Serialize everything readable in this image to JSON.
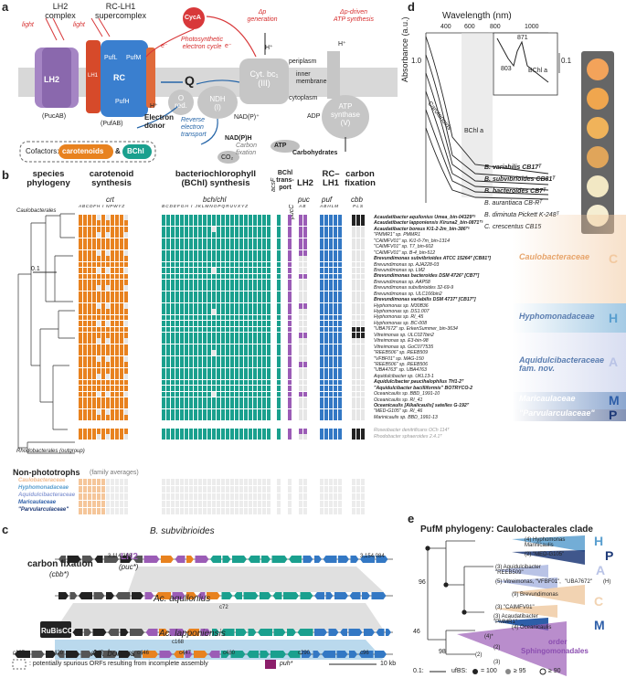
{
  "panel_labels": {
    "a": "a",
    "b": "b",
    "c": "c",
    "d": "d",
    "e": "e"
  },
  "panel_a": {
    "lh2_complex": "LH2\ncomplex",
    "rc_lh1": "RC-LH1\nsupercomplex",
    "light1": "light",
    "light2": "light",
    "cyca": "CycA",
    "photosynthetic_cycle": "Photosynthetic\nelectron cycle",
    "dp_generation": "Δp\ngeneration",
    "atp_synthesis": "Δp-driven\nATP synthesis",
    "periplasm": "periplasm",
    "inner_membrane": "inner\nmembrane",
    "cytoplasm": "cytoplasm",
    "lh2": "LH2",
    "lh1": "LH1",
    "pufl": "PufL",
    "pufm": "PufM",
    "rc": "RC",
    "pufh": "PufH",
    "pucab": "(PucAB)",
    "pufab": "(PufAB)",
    "q": "Q",
    "cyt_bc1": "Cyt. bc₁\n(III)",
    "ndh": "NDH\n(I)",
    "atp_synthase": "ATP\nsynthase\n(V)",
    "electron_donor": "Electron\ndonor",
    "o_red": "O\nred.",
    "reverse_transport": "Reverse\nelectron\ntransport",
    "nadp": "NAD(P)⁺",
    "nadph": "NAD(P)H",
    "adp": "ADP",
    "atp": "ATP",
    "carbon_fixation": "Carbon\nfixation",
    "carbohydrates": "Carbohydrates",
    "co2": "CO₂",
    "cofactors": "Cofactors:",
    "carotenoids": "carotenoids",
    "amp": "&",
    "bchl": "BChl",
    "eminus": "e⁻",
    "hplus": "H⁺"
  },
  "panel_b": {
    "species_phylogeny": "species\nphylogeny",
    "carotenoid_synthesis": "carotenoid\nsynthesis",
    "bchl_synthesis": "bacteriochlorophyll\n(BChl) synthesis",
    "bchl_transport": "BChl\ntrans-\nport",
    "lh2": "LH2",
    "rc_lh1": "RC–\nLH1",
    "carbon_fixation": "carbon\nfixation",
    "crt": "crt",
    "bchchl": "bch/chl",
    "puc": "puc",
    "puf": "puf",
    "cbb": "cbb",
    "acsf": "acsF",
    "pucc": "pucC",
    "crt_genes": "ABCDFH I NPWYZ",
    "bch_genes": "BCDEFGH I JKLMNOPQRUVXYZ",
    "puc_genes": "AB",
    "puf_genes": "ABHLM",
    "cbb_genes": "PLS",
    "caulobacterales": "Caulobacterales",
    "scale": "0.1",
    "rhodobacterales": "Rhodobacterales (outgroup)",
    "species": [
      "Acaudatibacter aquilonius Umea_bin-04329ᵀˢ",
      "Acaudatibacter lapponiensis Kiruna2_bin-0871ᵀˢ",
      "Acaudatibacter boreus Ki1-2-2m_bin-386ᵀˢ",
      "\"PMMR1\" sp. PMMR1",
      "\"CAIMFV01\" sp. Ki1-0-7m_bin-1314",
      "\"CAIMFV01\" sp. T7_bin-602",
      "\"CAIMFV01\" sp. B-4_bin-512",
      "Brevundimonas subvibrioides ATCC 15264ᵀ [CB81ᵀ]",
      "Brevundimonas sp. AJA228-03",
      "Brevundimonas sp. LM2",
      "Brevundimonas bacteroides DSM 4726ᵀ [CB7ᵀ]",
      "Brevundimonas sp. AAP58",
      "Brevundimonas subvibrioides 32-69-9",
      "Brevundimonas sp. ULC166bin2",
      "Brevundimonas variabilis DSM 4737ᵀ [CB17ᵀ]",
      "Hyphomonas sp. M30B36",
      "Hyphomonas sp. DS1.007",
      "Hyphomonas sp. RI_45",
      "Hyphomonas sp. BC-008",
      "\"UBA7672\" sp. ErkenSummer_bin-3634",
      "Vitreimonas sp. ULC027bin2",
      "Vitreimonas sp. E3-bin-98",
      "Vitreimonas sp. GoC077535",
      "\"REEB506\" sp. REEB509",
      "\"VFBF01\" sp. MAG-150",
      "\"REEB506\" sp. REEB506",
      "\"UBA4763\" sp. UBA4763",
      "Aquidulcibacter sp. UKL13-1",
      "Aquidulcibacter paucihalophilus TH1-2ᵀ",
      "\"Aquidulcibacter bacilliformis\" BOTRYCO-2",
      "Oceanicaulis sp. BBD_1991-10",
      "Oceanicaulis sp. RI_41",
      "Oceanicaulis [Alkalicaulis] satelles G-192ᵀ",
      "\"MED-G105\" sp. RI_46",
      "Marinicaulis sp. BBD_1991-13",
      "Roseobacter denitrificans OCh 114ᵀ",
      "Rhodobacter sphaeroides 2.4.1ᵀ"
    ],
    "families": [
      {
        "name": "Caulobacteraceae",
        "letter": "C",
        "color": "#f2c9a0"
      },
      {
        "name": "Hyphomonadaceae",
        "letter": "H",
        "color": "#5a9fcf"
      },
      {
        "name": "Aquidulcibacteraceae\nfam. nov.",
        "letter": "A",
        "color": "#b9c3e6"
      },
      {
        "name": "Maricaulaceae",
        "letter": "M",
        "color": "#2d5ea8"
      },
      {
        "name": "\"Parvularculaceae\"",
        "letter": "P",
        "color": "#1e3a78"
      }
    ],
    "non_phototrophs": "Non-phototrophs",
    "family_averages": "(family averages)",
    "avg_labels": [
      "Caulobacteraceae",
      "Hyphomonadaceae",
      "Aquidulcibacteraceae",
      "Maricaulaceae",
      "\"Parvularculaceae\""
    ],
    "colors": {
      "crt": "#e8821f",
      "bch": "#1aa08e",
      "puc": "#9b5cb6",
      "puf": "#3378c4",
      "cbb": "#222222",
      "empty": "#e6e6e6"
    }
  },
  "panel_c": {
    "carbon_fixation": "carbon fixation",
    "cbb": "(cbb*)",
    "lh2": "LH2",
    "puc": "(puc*)",
    "rubisco": "RuBisCO",
    "b_subvibrioides": "B. subvibrioides",
    "ac_aquilonius": "Ac. aquilonius",
    "ac_lapponiensis": "Ac. lapponiensis",
    "ac_boreus": "Ac. boreus",
    "coord1": "3,114,368",
    "coord2": "3,154,084",
    "contigs": [
      "c72",
      "c168",
      "c107",
      "c420",
      "c247",
      "c446",
      "c447",
      "c460",
      "c290",
      "c96"
    ],
    "legend_spurious": ": potentially spurious ORFs resulting from incomplete assembly",
    "legend_puh": "puh*",
    "scale": "10 kb"
  },
  "panel_d": {
    "wavelength": "Wavelength (nm)",
    "absorbance": "Absorbance (a.u.)",
    "ticks": [
      "400",
      "600",
      "800",
      "1000"
    ],
    "inset_ticks": [
      "800",
      "1000"
    ],
    "y1": "1.0",
    "y_inset": "0.1",
    "peak1": "871",
    "peak2": "803",
    "bchl_a": "BChl a",
    "carotenoids": "Carotenoids",
    "bchl_a_band": "BChl a",
    "strains": [
      "B. variabilis CB17ᵀ",
      "B. subvibrioides CB81ᵀ",
      "B. bacteroides CB7ᵀ",
      "B. aurantiaca CB-Rᵀ",
      "B. diminuta Pickett K-248ᵀ",
      "C. crescentus CB15"
    ],
    "swatches": [
      "#f3a35a",
      "#f0a64e",
      "#f0b35a",
      "#e0a55a",
      "#f2e8c4",
      "#f5eed2"
    ]
  },
  "panel_e": {
    "title": "PufM phylogeny: Caulobacterales clade",
    "clades": [
      "(4) Hyphomonas\nMarinicaulis",
      "(2) \"MED-G105\"",
      "(3) Aquidulcibacter\n\"REEB509\"",
      "(5) Vitreimonas, \"VFBF01\",",
      "\"UBA7672\"",
      "(H)",
      "(9) Brevundimonas",
      "(3) \"CAIMFV01\"",
      "(3) Acaudatibacter\n\"PMMR1\"",
      "(4) Oceanicaulis",
      "(4)*",
      "(2)",
      "(2)",
      "(3)"
    ],
    "bootstrap": [
      "96",
      "46",
      "98"
    ],
    "letters": [
      "H",
      "P",
      "A",
      "C",
      "M"
    ],
    "order": "order",
    "sphingomonadales": "Sphingomonadales",
    "scale": "0.1:",
    "ufbs": "ufBS:",
    "ufbs100": "= 100",
    "ufbs95": "≥ 95",
    "ufbs90": "≥ 90"
  }
}
